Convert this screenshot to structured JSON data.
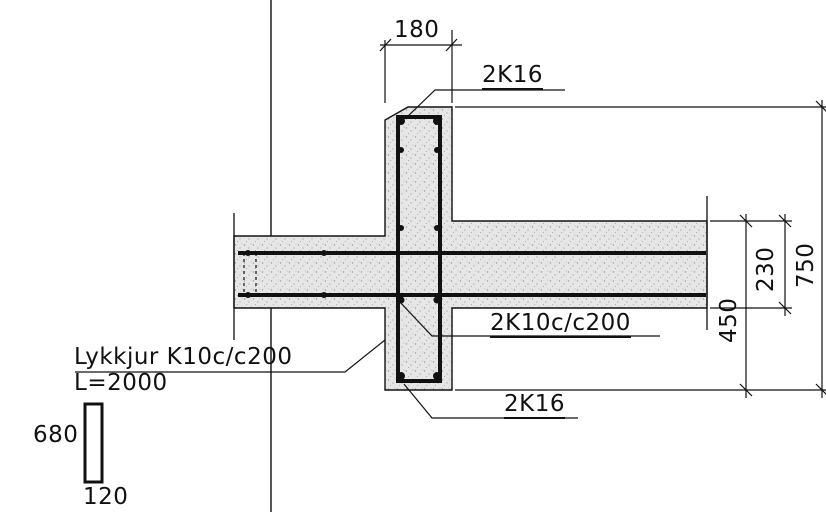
{
  "drawing": {
    "labels": {
      "top_width": "180",
      "top_rebar": "2K16",
      "stirrup_rebar": "2K10c/c200",
      "bottom_rebar": "2K16",
      "dim_230": "230",
      "dim_750": "750",
      "dim_450": "450",
      "loop_rebar": "Lykkjur K10c/c200",
      "loop_length": "L=2000",
      "loop_height": "680",
      "loop_width": "120"
    },
    "colors": {
      "line": "#111111",
      "concrete_fill": "#e6e6e6",
      "concrete_speckle": "#9a9a9a"
    }
  }
}
